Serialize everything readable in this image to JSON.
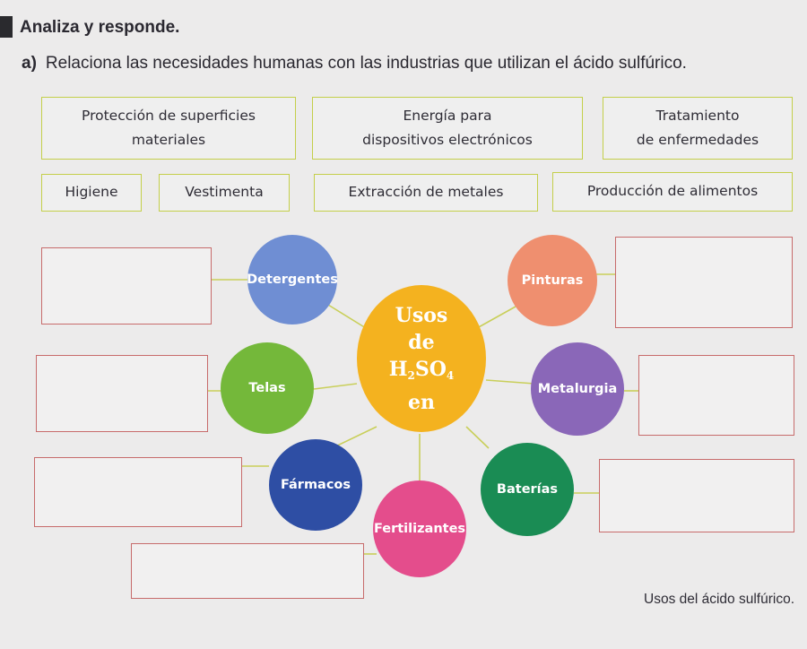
{
  "exercise": {
    "heading": "Analiza y responde.",
    "subquestion_letter": "a)",
    "subquestion_text": "Relaciona las necesidades humanas con las industrias que utilizan el ácido sulfúrico."
  },
  "options": [
    {
      "line1": "Protección de superficies",
      "line2": "materiales"
    },
    {
      "line1": "Energía para",
      "line2": "dispositivos electrónicos"
    },
    {
      "line1": "Tratamiento",
      "line2": "de enfermedades"
    },
    {
      "line1": "Higiene",
      "line2": ""
    },
    {
      "line1": "Vestimenta",
      "line2": ""
    },
    {
      "line1": "Extracción de metales",
      "line2": ""
    },
    {
      "line1": "Producción de alimentos",
      "line2": ""
    }
  ],
  "diagram": {
    "center": {
      "line1": "Usos",
      "line2": "de",
      "formula_H": "H",
      "sub_2": "2",
      "formula_SO": "SO",
      "sub_4": "4",
      "line4": "en"
    },
    "uses": [
      "Detergentes",
      "Pinturas",
      "Telas",
      "Metalurgia",
      "Fármacos",
      "Baterías",
      "Fertilizantes"
    ],
    "colors": {
      "detergentes": "#6f8ed3",
      "pinturas": "#ef8f6f",
      "telas": "#74b83a",
      "metalurgia": "#8a67b8",
      "farmacos": "#2e4ea4",
      "baterias": "#1a8c54",
      "fertilizantes": "#e44d8c",
      "center": "#f4b21f"
    }
  },
  "caption": "Usos del ácido sulfúrico."
}
